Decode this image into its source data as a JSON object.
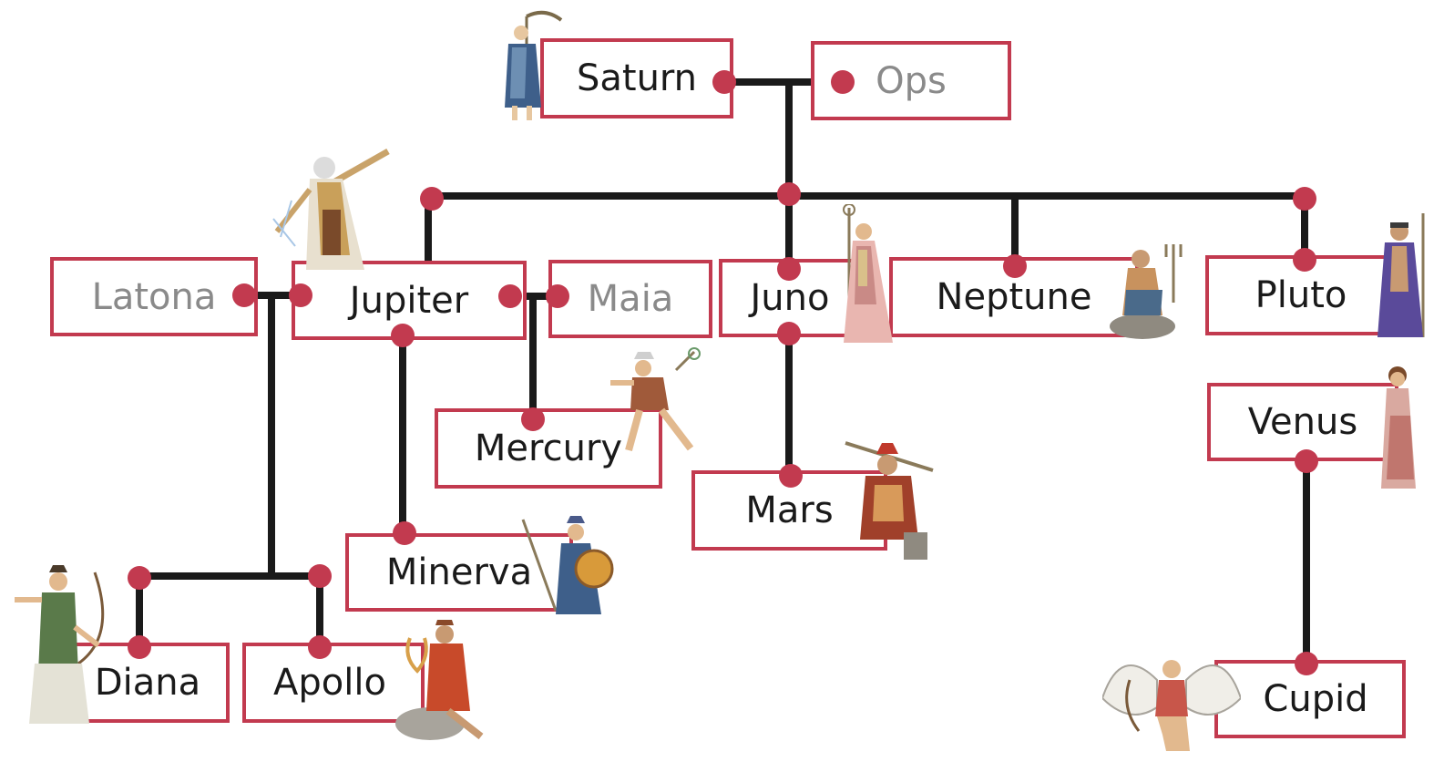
{
  "colors": {
    "accent": "#c23a4f",
    "line": "#1a1a1a",
    "text": "#1a1a1a",
    "spouse_text": "#8a8a8a"
  },
  "tree": {
    "saturn": "Saturn",
    "ops": "Ops",
    "latona": "Latona",
    "jupiter": "Jupiter",
    "maia": "Maia",
    "juno": "Juno",
    "neptune": "Neptune",
    "pluto": "Pluto",
    "venus": "Venus",
    "mercury": "Mercury",
    "mars": "Mars",
    "minerva": "Minerva",
    "diana": "Diana",
    "apollo": "Apollo",
    "cupid": "Cupid"
  },
  "figures": [
    "saturn-figure",
    "jupiter-figure",
    "juno-figure",
    "neptune-figure",
    "pluto-figure",
    "venus-figure",
    "mercury-figure",
    "mars-figure",
    "minerva-figure",
    "diana-figure",
    "apollo-figure",
    "cupid-figure"
  ]
}
